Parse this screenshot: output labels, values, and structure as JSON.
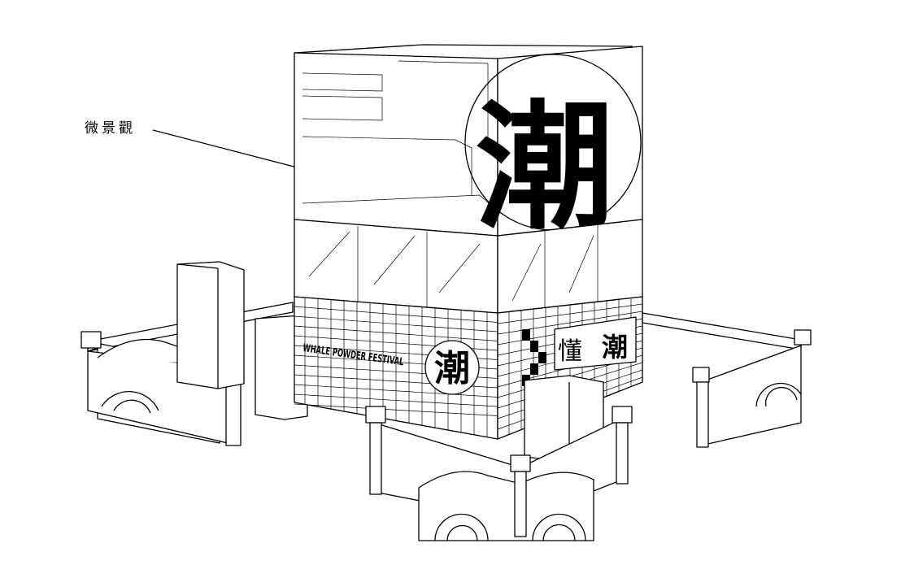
{
  "annotation": {
    "label": "微景觀"
  },
  "signage": {
    "big_character": "潮",
    "festival_logo": "WHALE POWDER FESTIVAL",
    "round_logo": "潮",
    "panel_left": "懂",
    "panel_right": "潮"
  },
  "colors": {
    "line": "#000000",
    "background": "#ffffff"
  }
}
